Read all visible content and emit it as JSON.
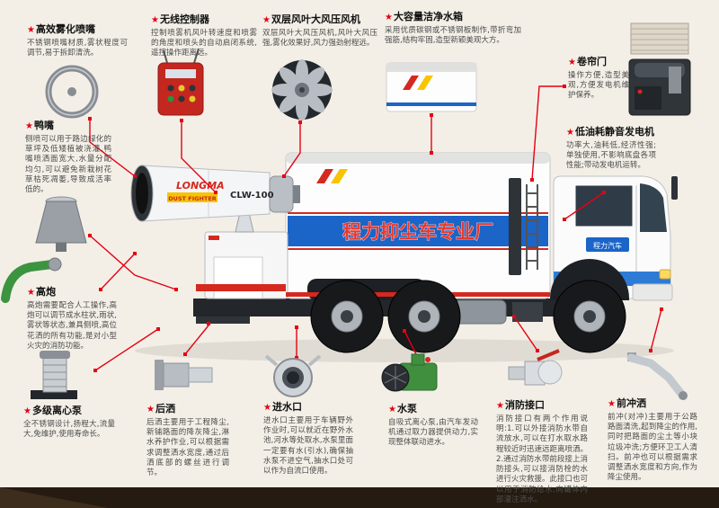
{
  "page": {
    "background": "#f3efe7",
    "accent_red": "#e60012",
    "band_blue": "#1b64c8",
    "footer_color": "#251b11"
  },
  "star": "★",
  "truck": {
    "banner_text": "程力抑尘车专业厂",
    "cannon_brand": "LONGMA",
    "cannon_tagline": "DUST FIGHTER",
    "cannon_model": "CLW-100",
    "cab_badge": "程力汽车"
  },
  "icons": [
    "spray-ring-icon",
    "remote-control-icon",
    "fan-icon",
    "tank-body-icon",
    "roller-shutter-icon",
    "generator-icon",
    "duckbill-nozzle-icon",
    "green-pipe-icon",
    "multistage-pump-icon",
    "rear-spray-fitting-icon",
    "inlet-coupling-icon",
    "water-pump-icon",
    "fire-coupling-icon",
    "front-flush-nozzle-icon"
  ],
  "callouts": [
    {
      "id": "mist-nozzle",
      "title": "高效雾化喷嘴",
      "desc": "不锈钢喷嘴材质,雾状程度可调节,易于拆卸清洗。"
    },
    {
      "id": "wireless-remote",
      "title": "无线控制器",
      "desc": "控制喷雾机风叶转速度和喷雾的角度和喷头的自动启闭系统,遥控操作距离远。"
    },
    {
      "id": "fan",
      "title": "双层风叶大风压风机",
      "desc": "双层风叶大风压风机,风叶大风压强,雾化效果好,风力强劲射程远。"
    },
    {
      "id": "water-tank",
      "title": "大容量洁净水箱",
      "desc": "采用优质碳钢或不锈钢板制作,带折弯加强筋,结构牢固,造型新颖美观大方。"
    },
    {
      "id": "roller-door",
      "title": "卷帘门",
      "desc": "操作方便,造型美观,方便发电机维护保养。"
    },
    {
      "id": "generator",
      "title": "低油耗静音发电机",
      "desc": "功率大,油耗低,经济性强;单独使用,不影响底盘各项性能;带动发电机运转。"
    },
    {
      "id": "duckbill",
      "title": "鸭嘴",
      "desc": "侧喷可以用于路边绿化的草坪及低矮植被浇灌,鸭嘴喷洒面宽大,水量分配均匀,可以避免新栽树花草枯死凋萎,导致成活率低的。"
    },
    {
      "id": "cannon",
      "title": "高炮",
      "desc": "高炮需要配合人工操作,高炮可以调节成水柱状,雨状,雾状等状态,兼具侧喷,高位花洒的所有功能,是对小型火灾的消防功能。"
    },
    {
      "id": "multistage-pump",
      "title": "多级离心泵",
      "desc": "全不锈钢设计,扬程大,流量大,免维护,使用寿命长。"
    },
    {
      "id": "rear-spray",
      "title": "后洒",
      "desc": "后洒主要用于工程降尘,新铺路面的降灰降尘,淋水养护作业,可以根据需求调整洒水宽度,通过后洒底部的螺丝进行调节。"
    },
    {
      "id": "water-inlet",
      "title": "进水口",
      "desc": "进水口主要用于车辆野外作业时,可以就近在野外水池,河水等处取水,水泵里面一定要有水(引水),确保抽水泵不进空气,抽水口处可以作为自流口使用。"
    },
    {
      "id": "water-pump",
      "title": "水泵",
      "desc": "自吸式离心泵,由汽车发动机通过取力器提供动力,实现整体联动进水。"
    },
    {
      "id": "fire-coupling",
      "title": "消防接口",
      "desc": "消防接口有两个作用说明:1.可以外接消防水带自流放水,可以在打水取水路程较近时迅速远距离喷洒。2.通过消防水带前段接上消防接头,可以接消防栓的水进行火灾救援。此接口也可以用于消防给水,向罐体内部灌注洒水。"
    },
    {
      "id": "front-flush",
      "title": "前冲洒",
      "desc": "前冲(对冲)主要用于公路路面清洗,起到降尘的作用,同时把路面的尘土等小块垃圾冲洗;方便环卫工人清扫。前冲也可以根据需求调整洒水宽度和方向,作为降尘使用。"
    }
  ]
}
